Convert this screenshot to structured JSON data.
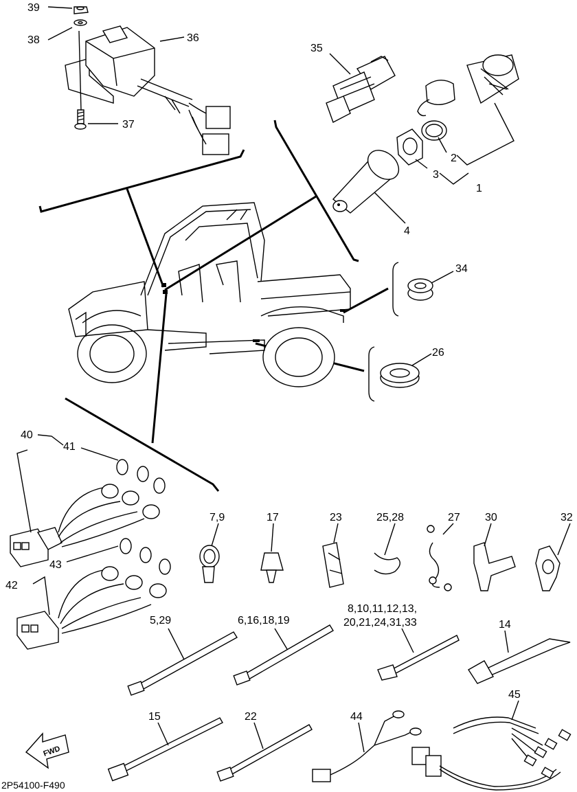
{
  "diagram": {
    "drawing_code": "2P54100-F490",
    "fwd_label": "FWD",
    "callouts": {
      "c1": "1",
      "c2": "2",
      "c3": "3",
      "c4": "4",
      "c35": "35",
      "c36": "36",
      "c37": "37",
      "c38": "38",
      "c39": "39",
      "c34": "34",
      "c26": "26",
      "c40": "40",
      "c41": "41",
      "c42": "42",
      "c43": "43",
      "c7_9": "7,9",
      "c17": "17",
      "c23": "23",
      "c25_28": "25,28",
      "c27": "27",
      "c30": "30",
      "c32": "32",
      "c5_29": "5,29",
      "c6_16_18_19": "6,16,18,19",
      "c8_line1": "8,10,11,12,13,",
      "c8_line2": "20,21,24,31,33",
      "c14": "14",
      "c15": "15",
      "c22": "22",
      "c44": "44",
      "c45": "45"
    }
  }
}
